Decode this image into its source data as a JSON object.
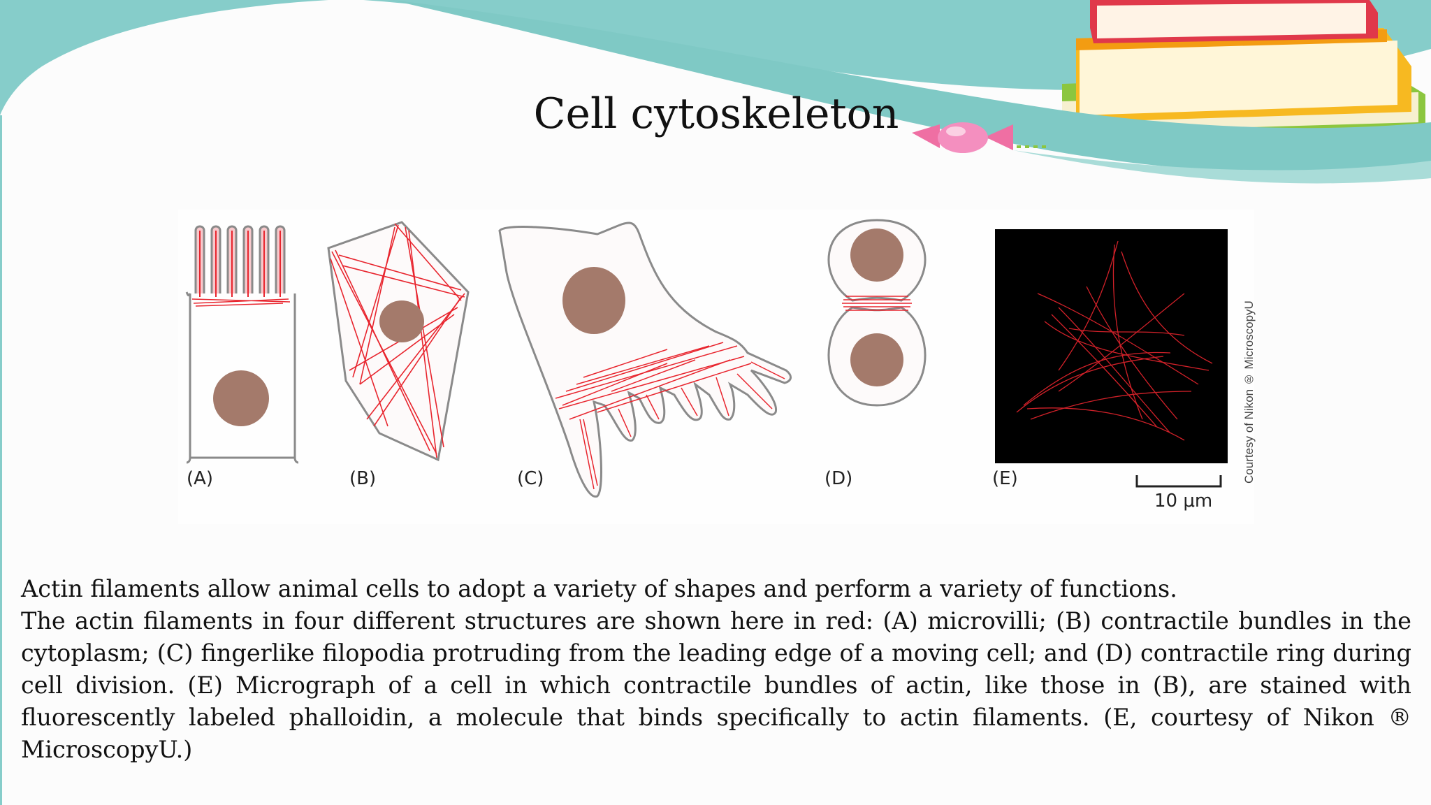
{
  "slide": {
    "title": "Cell cytoskeleton",
    "colors": {
      "teal": "#86cdca",
      "teal_dark": "#6fbfbc",
      "actin_red": "#e8252e",
      "nucleus": "#a47a6b",
      "cell_outline": "#8a8a8a",
      "micrograph_bg": "#000000"
    },
    "decoration": [
      "book-stack-icon",
      "candy-icon"
    ]
  },
  "figure": {
    "panels": [
      {
        "label": "(A)",
        "structure": "microvilli"
      },
      {
        "label": "(B)",
        "structure": "contractile bundles in the cytoplasm"
      },
      {
        "label": "(C)",
        "structure": "filopodia"
      },
      {
        "label": "(D)",
        "structure": "contractile ring"
      },
      {
        "label": "(E)",
        "structure": "micrograph"
      }
    ],
    "scale_bar": "10 μm",
    "credit": "Courtesy of Nikon ® MicroscopyU"
  },
  "caption": {
    "line1": "Actin filaments allow animal cells to adopt a variety of shapes and perform a variety of functions.",
    "paragraph": "The actin filaments in four different structures are shown here in red: (A) microvilli; (B) contractile bundles in the cytoplasm; (C) fingerlike filopodia protruding from the leading edge of a moving cell; and (D) contractile ring during cell division. (E) Micrograph of a cell in which contractile bundles of actin, like those in (B), are stained with fluorescently labeled phalloidin, a molecule that binds specifically to actin filaments. (E, courtesy of Nikon ® MicroscopyU.)"
  }
}
